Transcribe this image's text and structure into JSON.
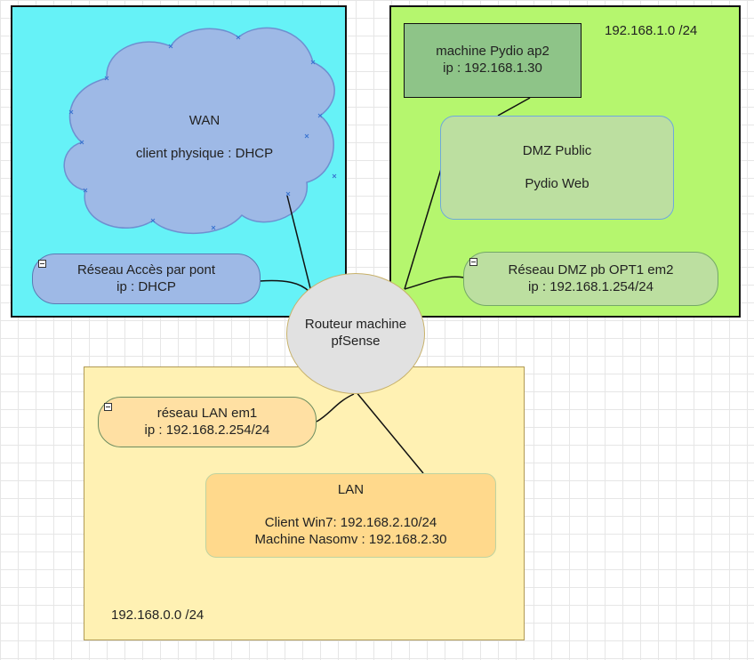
{
  "wan": {
    "title": "WAN",
    "subtitle": "client physique : DHCP",
    "bridge_line1": "Réseau Accès par pont",
    "bridge_line2": "ip : DHCP"
  },
  "dmz": {
    "subnet": "192.168.1.0 /24",
    "pydio_line1": "machine Pydio ap2",
    "pydio_line2": "ip : 192.168.1.30",
    "public_line1": "DMZ Public",
    "public_line2": "Pydio Web",
    "iface_line1": "Réseau DMZ pb OPT1 em2",
    "iface_line2": "ip : 192.168.1.254/24"
  },
  "router": {
    "line1": "Routeur machine",
    "line2": "pfSense"
  },
  "lan": {
    "subnet": "192.168.0.0 /24",
    "iface_line1": "réseau LAN em1",
    "iface_line2": "ip : 192.168.2.254/24",
    "title": "LAN",
    "client_line1": "Client Win7: 192.168.2.10/24",
    "client_line2": "Machine Nasomv : 192.168.2.30"
  },
  "colors": {
    "wan_zone": "#66f2f7",
    "dmz_zone": "#b5f66e",
    "lan_zone": "#fff1b3",
    "cloud": "#9eb9e6",
    "router": "#e1e1e1"
  }
}
